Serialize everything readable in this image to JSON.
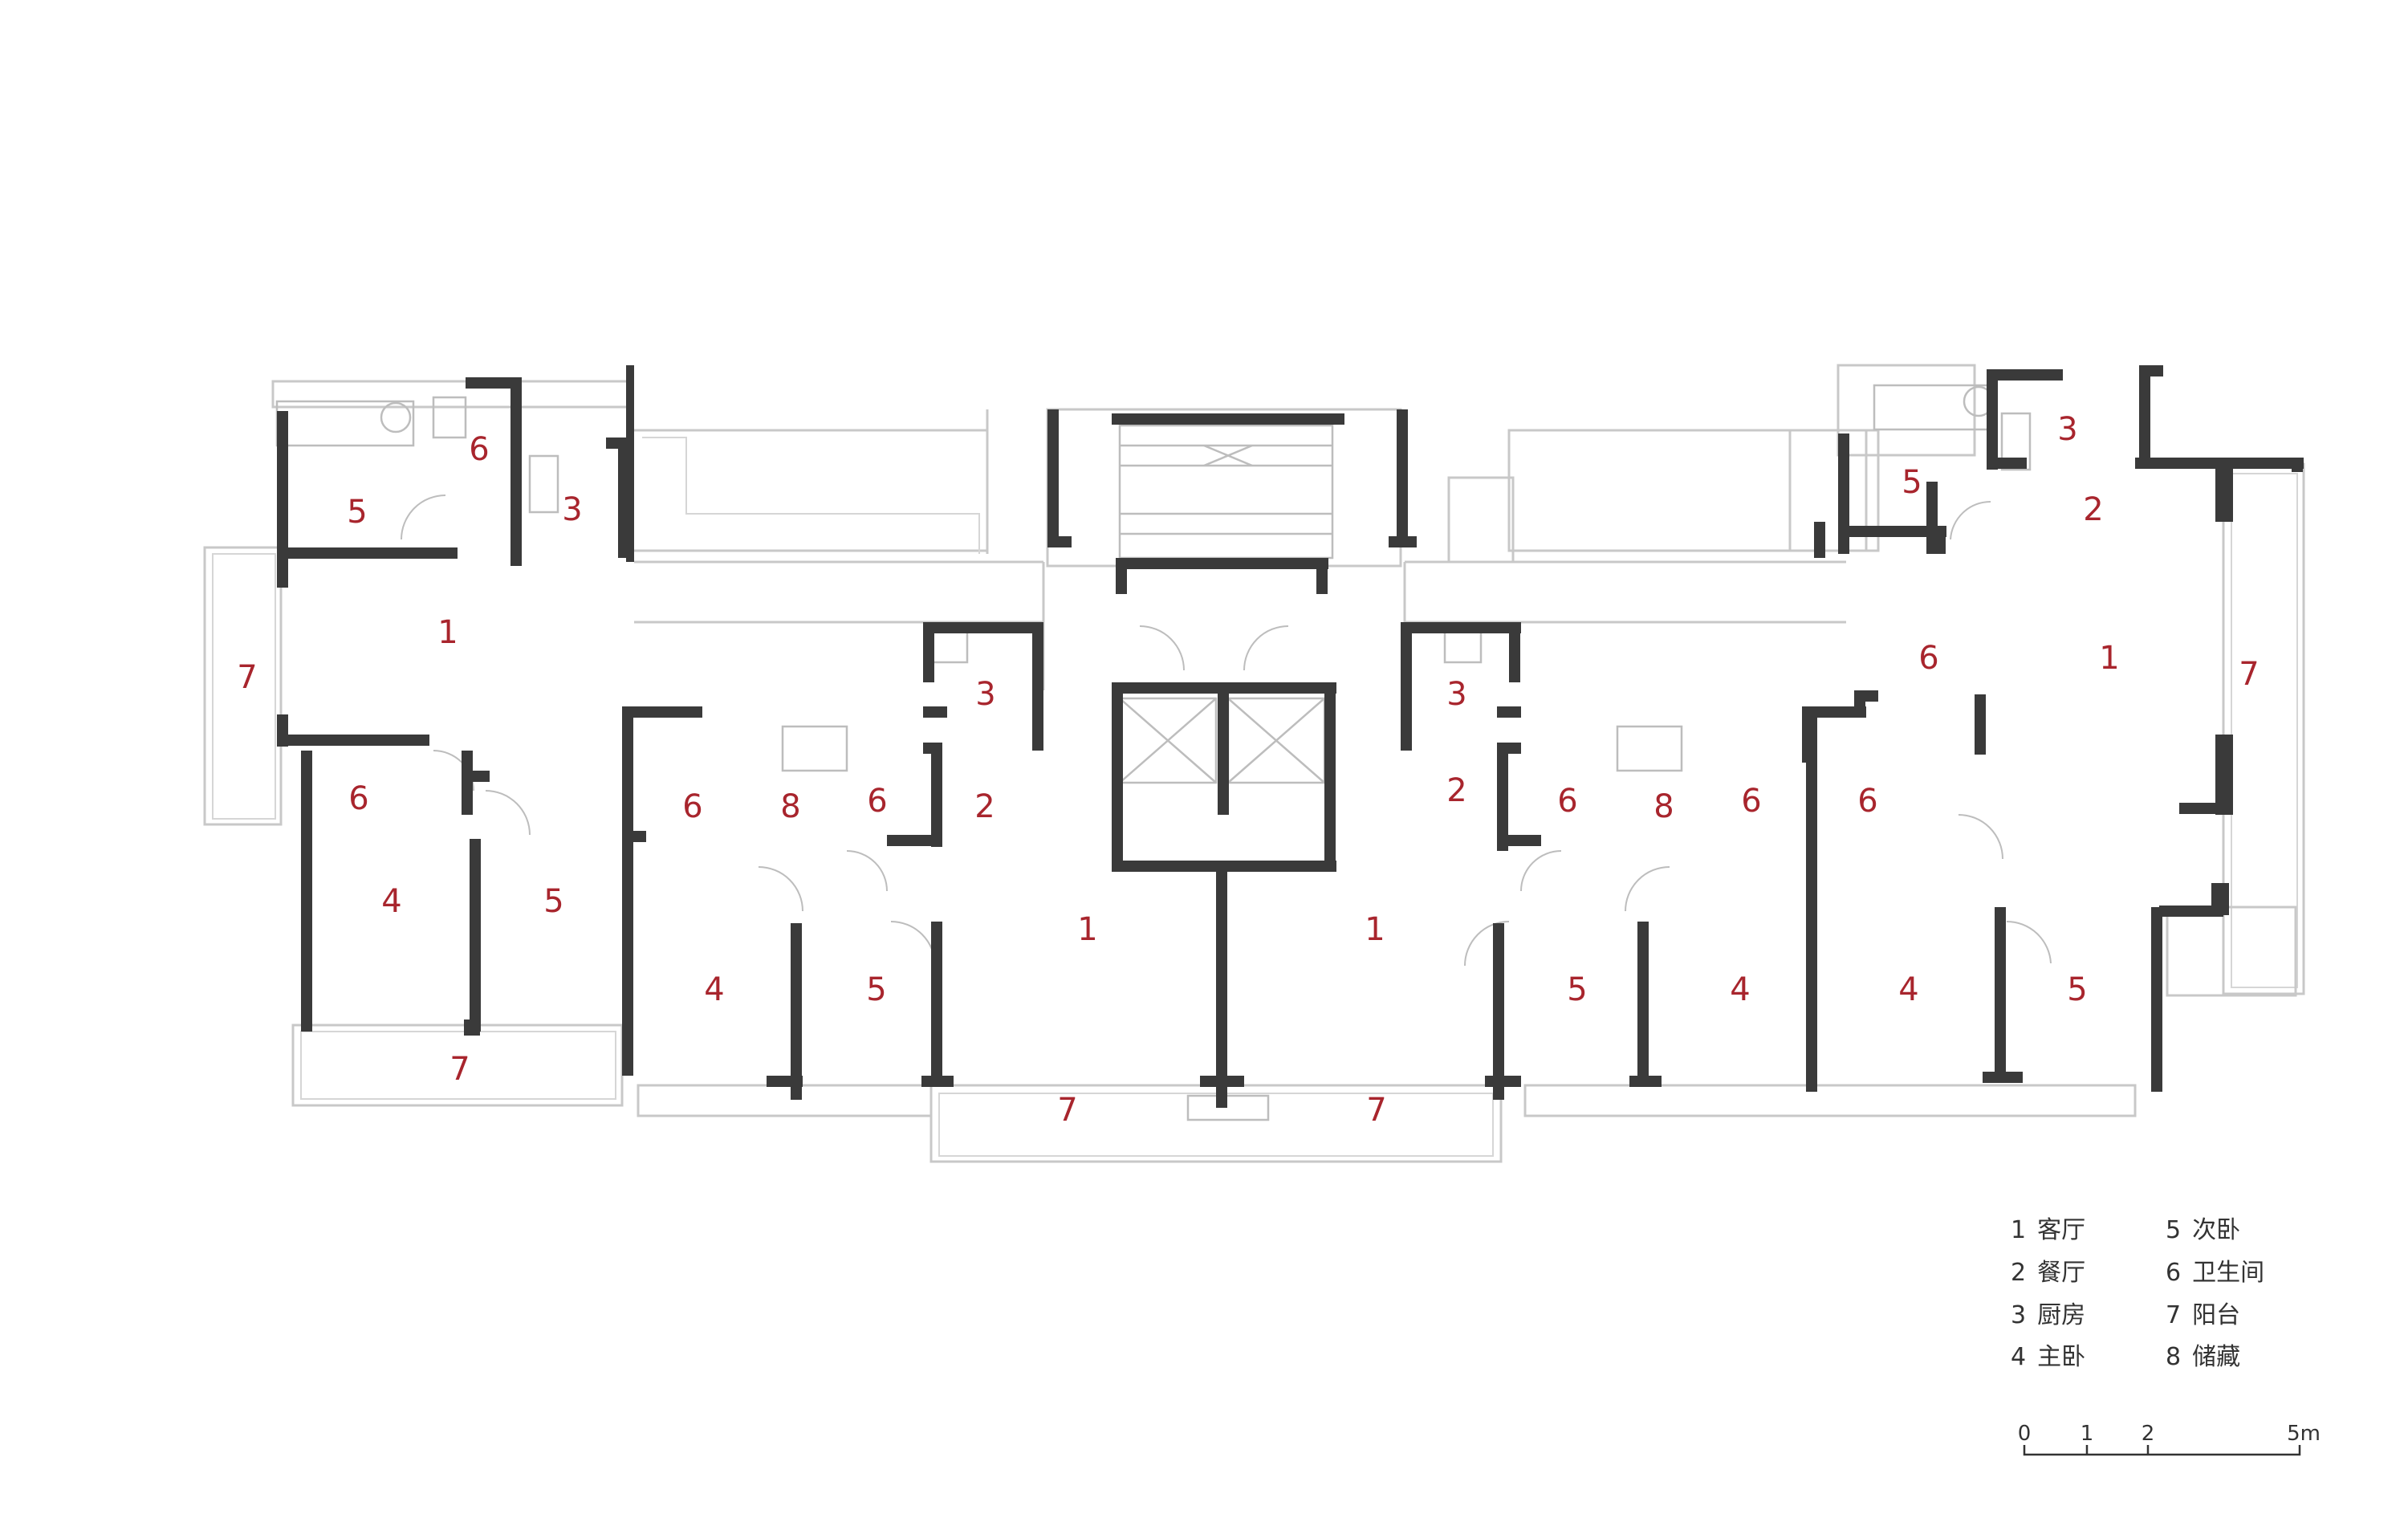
{
  "rooms": {
    "r1": "1",
    "r2": "2",
    "r3": "3",
    "r4": "4",
    "r5": "5",
    "r6": "6",
    "r7": "7",
    "r8": "8"
  },
  "legend": [
    {
      "num": "1",
      "name": "客厅"
    },
    {
      "num": "2",
      "name": "餐厅"
    },
    {
      "num": "3",
      "name": "厨房"
    },
    {
      "num": "4",
      "name": "主卧"
    },
    {
      "num": "5",
      "name": "次卧"
    },
    {
      "num": "6",
      "name": "卫生间"
    },
    {
      "num": "7",
      "name": "阳台"
    },
    {
      "num": "8",
      "name": "储藏"
    }
  ],
  "scale": {
    "t0": "0",
    "t1": "1",
    "t2": "2",
    "t5": "5m"
  },
  "colors": {
    "wall": "#3a3a3a",
    "room_label": "#a8252d",
    "outline": "#c8c8c8"
  }
}
